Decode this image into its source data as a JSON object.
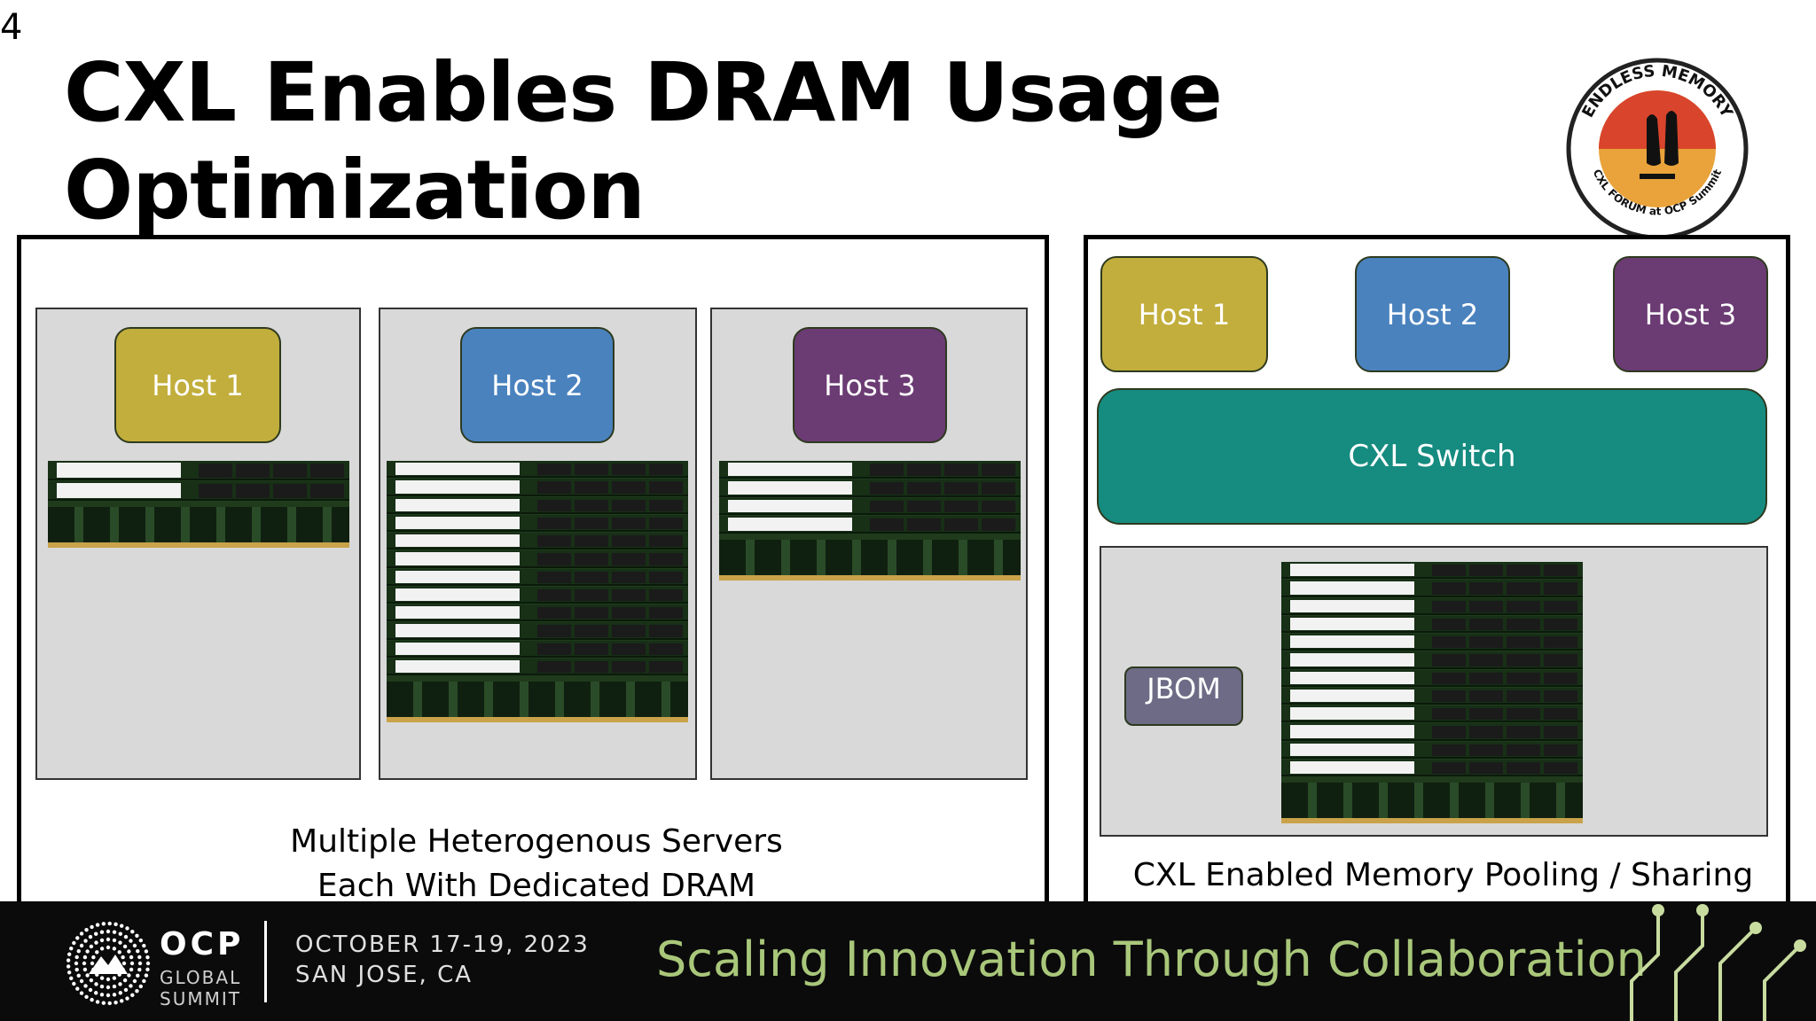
{
  "slide": {
    "number": "4",
    "title_line1": "CXL Enables DRAM Usage",
    "title_line2": "Optimization"
  },
  "logo": {
    "icon": "endless-memory-logo-icon",
    "text_top": "ENDLESS MEMORY",
    "text_bottom": "CXL FORUM at OCP Summit"
  },
  "left_panel": {
    "servers": [
      {
        "host": "Host 1",
        "color": "#c2ae3c",
        "dimm_count": 2
      },
      {
        "host": "Host 2",
        "color": "#4a82be",
        "dimm_count": 12
      },
      {
        "host": "Host 3",
        "color": "#6b3b73",
        "dimm_count": 4
      }
    ],
    "caption_line1": "Multiple Heterogenous Servers",
    "caption_line2": "Each With Dedicated DRAM"
  },
  "right_panel": {
    "hosts": [
      {
        "label": "Host 1",
        "color": "#c2ae3c"
      },
      {
        "label": "Host 2",
        "color": "#4a82be"
      },
      {
        "label": "Host 3",
        "color": "#6b3b73"
      }
    ],
    "switch_label": "CXL Switch",
    "switch_color": "#168b80",
    "jbom_label": "JBOM",
    "pool_dimm_count": 12,
    "caption": "CXL Enabled Memory Pooling / Sharing"
  },
  "footer": {
    "org": "OCP",
    "org_sub1": "GLOBAL",
    "org_sub2": "SUMMIT",
    "date": "OCTOBER 17-19, 2023",
    "location": "SAN JOSE, CA",
    "tagline": "Scaling Innovation Through Collaboration"
  }
}
